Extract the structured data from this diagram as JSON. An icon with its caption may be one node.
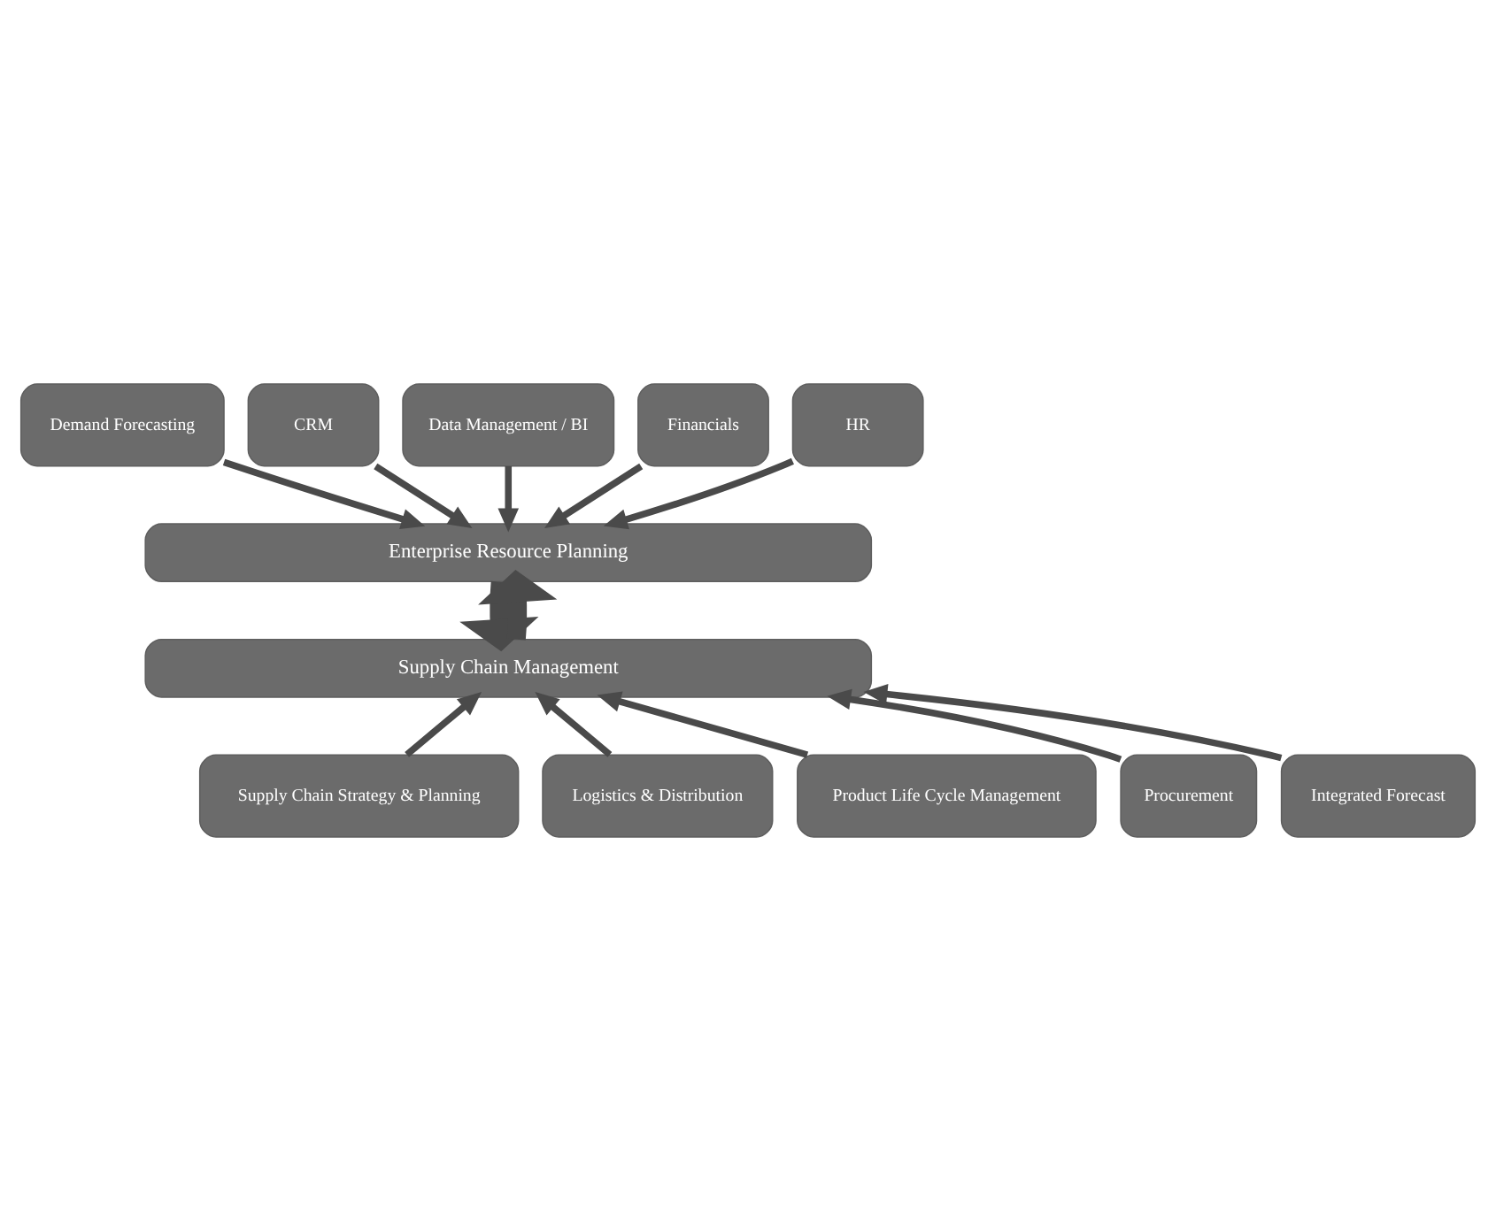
{
  "diagram": {
    "nodes": [
      {
        "text": [
          "Demand Forecasting"
        ]
      },
      {
        "text": [
          "CRM"
        ]
      },
      {
        "text": [
          "Data Management / BI"
        ]
      },
      {
        "text": [
          "Financials"
        ]
      },
      {
        "text": [
          "HR"
        ]
      },
      {
        "text": [
          "Enterprise Resource Planning"
        ]
      },
      {
        "text": [
          "Supply Chain Management"
        ]
      },
      {
        "text": [
          "Supply Chain Strategy & Planning"
        ]
      },
      {
        "text": [
          "Logistics & Distribution"
        ]
      },
      {
        "text": [
          "Product Life Cycle Management"
        ]
      },
      {
        "text": [
          "Procurement"
        ]
      },
      {
        "text": [
          "Integrated Forecast"
        ]
      }
    ],
    "edges": [
      {
        "from": 0,
        "to": 5,
        "arrow": "to"
      },
      {
        "from": 1,
        "to": 5,
        "arrow": "to"
      },
      {
        "from": 2,
        "to": 5,
        "arrow": "to"
      },
      {
        "from": 3,
        "to": 5,
        "arrow": "to"
      },
      {
        "from": 4,
        "to": 5,
        "arrow": "to"
      },
      {
        "from": 6,
        "to": 5,
        "arrow": "to",
        "style": "thick"
      },
      {
        "from": 5,
        "to": 6,
        "arrow": "to",
        "style": "thick"
      },
      {
        "from": 7,
        "to": 6,
        "arrow": "to"
      },
      {
        "from": 8,
        "to": 6,
        "arrow": "to"
      },
      {
        "from": 9,
        "to": 6,
        "arrow": "to"
      },
      {
        "from": 10,
        "to": 6,
        "arrow": "to"
      },
      {
        "from": 11,
        "to": 6,
        "arrow": "to"
      }
    ]
  }
}
